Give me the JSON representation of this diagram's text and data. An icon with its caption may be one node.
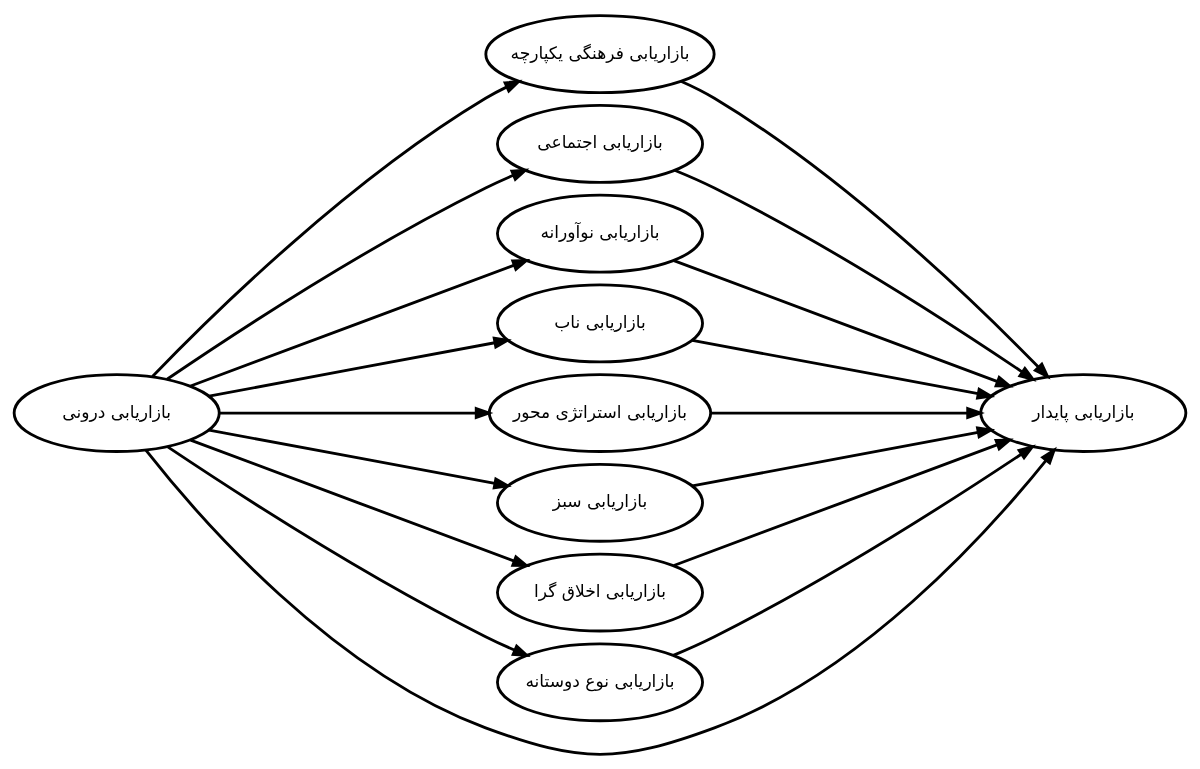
{
  "diagram": {
    "nodes": [
      {
        "text": [
          "بازاریابی درونی"
        ]
      },
      {
        "text": [
          "بازاریابی فرهنگی یکپارچه"
        ]
      },
      {
        "text": [
          "بازاریابی اجتماعی"
        ]
      },
      {
        "text": [
          "بازاریابی نوآورانه"
        ]
      },
      {
        "text": [
          "بازاریابی ناب"
        ]
      },
      {
        "text": [
          "بازاریابی استراتژی محور"
        ]
      },
      {
        "text": [
          "بازاریابی سبز"
        ]
      },
      {
        "text": [
          "بازاریابی اخلاق گرا"
        ]
      },
      {
        "text": [
          "بازاریابی نوع دوستانه"
        ]
      },
      {
        "text": [
          "بازاریابی پایدار"
        ]
      }
    ],
    "edges": [
      {
        "from": 0,
        "to": 1,
        "arrow": "to"
      },
      {
        "from": 0,
        "to": 2,
        "arrow": "to"
      },
      {
        "from": 0,
        "to": 3,
        "arrow": "to"
      },
      {
        "from": 0,
        "to": 4,
        "arrow": "to"
      },
      {
        "from": 0,
        "to": 9,
        "arrow": "to"
      },
      {
        "from": 0,
        "to": 5,
        "arrow": "to"
      },
      {
        "from": 0,
        "to": 6,
        "arrow": "to"
      },
      {
        "from": 0,
        "to": 7,
        "arrow": "to"
      },
      {
        "from": 0,
        "to": 8,
        "arrow": "to"
      },
      {
        "from": 1,
        "to": 9,
        "arrow": "to"
      },
      {
        "from": 2,
        "to": 9,
        "arrow": "to"
      },
      {
        "from": 3,
        "to": 9,
        "arrow": "to"
      },
      {
        "from": 4,
        "to": 9,
        "arrow": "to"
      },
      {
        "from": 5,
        "to": 9,
        "arrow": "to"
      },
      {
        "from": 6,
        "to": 9,
        "arrow": "to"
      },
      {
        "from": 7,
        "to": 9,
        "arrow": "to"
      },
      {
        "from": 8,
        "to": 9,
        "arrow": "to"
      }
    ]
  }
}
